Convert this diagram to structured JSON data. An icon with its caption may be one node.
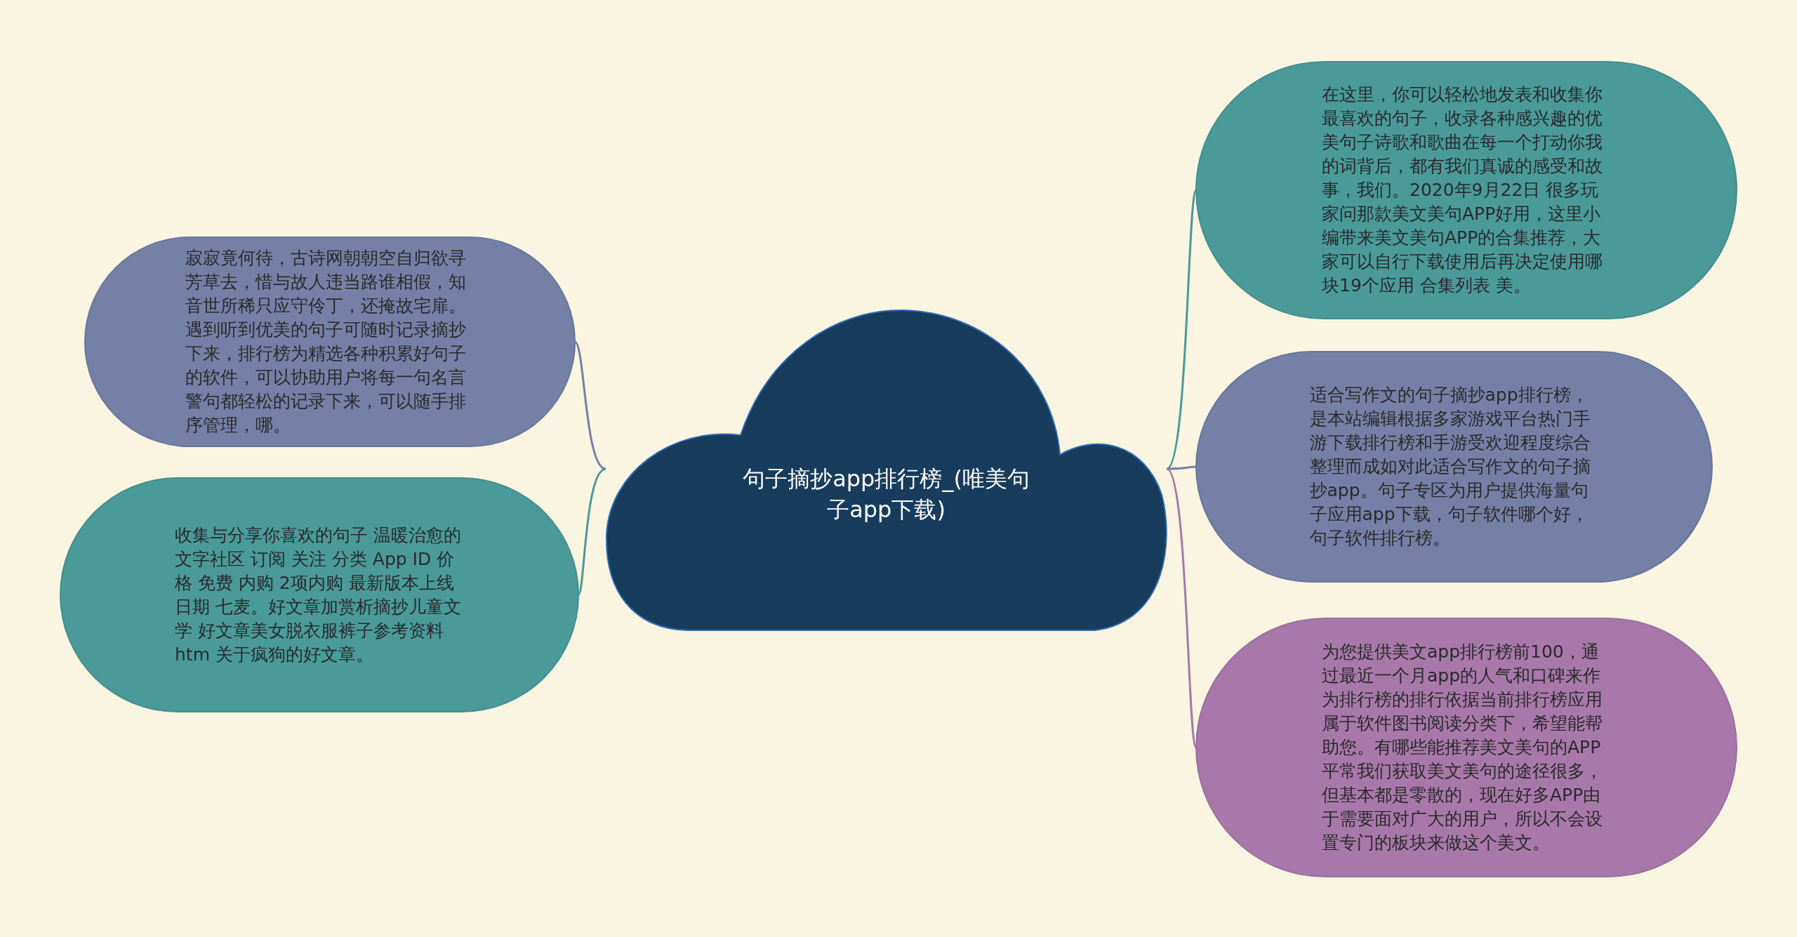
{
  "diagram": {
    "nodes": [
      {
        "text": [
          "句子摘抄app排行榜_(唯美句子app下载)"
        ]
      },
      {
        "text": [
          "寂寂竟何待，古诗网朝朝空自归欲寻芳草去，惜与故人违当路谁相假，知音世所稀只应守伶丁，还掩故宅扉。遇到听到优美的句子可随时记录摘抄下来，排行榜为精选各种积累好句子的软件，可以协助用户将每一句名言警句都轻松的记录下来，可以随手排序管理，哪。"
        ]
      },
      {
        "text": [
          "收集与分享你喜欢的句子 温暖治愈的文字社区 订阅 关注 分类 App ID 价格 免费 内购 2项内购 最新版本上线日期 七麦。好文章加赏析摘抄儿童文学 好文章美女脱衣服裤子参考资料htm 关于疯狗的好文章。"
        ]
      },
      {
        "text": [
          "在这里，你可以轻松地发表和收集你最喜欢的句子，收录各种感兴趣的优美句子诗歌和歌曲在每一个打动你我的词背后，都有我们真诚的感受和故事，我们。2020年9月22日 很多玩家问那款美文美句APP好用，这里小编带来美文美句APP的合集推荐，大家可以自行下载使用后再决定使用哪块19个应用 合集列表 美。"
        ]
      },
      {
        "text": [
          "适合写作文的句子摘抄app排行榜，是本站编辑根据多家游戏平台热门手游下载排行榜和手游受欢迎程度综合整理而成如对此适合写作文的句子摘抄app。句子专区为用户提供海量句子应用app下载，句子软件哪个好，句子软件排行榜。"
        ]
      },
      {
        "text": [
          "为您提供美文app排行榜前100，通过最近一个月app的人气和口碑来作为排行榜的排行依据当前排行榜应用属于软件图书阅读分类下，希望能帮助您。有哪些能推荐美文美句的APP平常我们获取美文美句的途径很多，但基本都是零散的，现在好多APP由于需要面对广大的用户，所以不会设置专门的板块来做这个美文。"
        ]
      }
    ],
    "edges": [
      {
        "from": 0,
        "to": 1,
        "arrow": "none",
        "color": "#7480a6"
      },
      {
        "from": 0,
        "to": 2,
        "arrow": "none"
      },
      {
        "from": 0,
        "to": 3,
        "arrow": "none"
      },
      {
        "from": 0,
        "to": 4,
        "arrow": "none",
        "color": "#7480a6"
      },
      {
        "from": 0,
        "to": 5,
        "arrow": "none",
        "color": "#a878aa"
      }
    ]
  }
}
